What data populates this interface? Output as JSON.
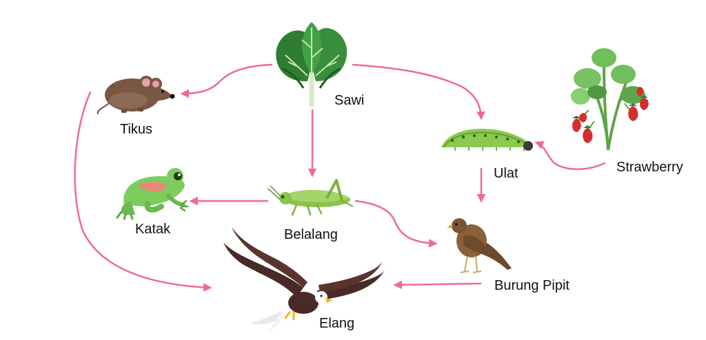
{
  "labels": {
    "sawi": "Sawi",
    "tikus": "Tikus",
    "ulat": "Ulat",
    "strawberry": "Strawberry",
    "katak": "Katak",
    "belalang": "Belalang",
    "burung_pipit": "Burung Pipit",
    "elang": "Elang"
  },
  "icons": {
    "sawi": "mustard-greens-icon",
    "tikus": "mouse-icon",
    "ulat": "caterpillar-icon",
    "strawberry": "strawberry-plant-icon",
    "katak": "frog-icon",
    "belalang": "grasshopper-icon",
    "burung_pipit": "sparrow-icon",
    "elang": "eagle-icon"
  },
  "edges": [
    {
      "from": "Sawi",
      "to": "Tikus"
    },
    {
      "from": "Sawi",
      "to": "Ulat"
    },
    {
      "from": "Sawi",
      "to": "Belalang"
    },
    {
      "from": "Strawberry",
      "to": "Ulat"
    },
    {
      "from": "Ulat",
      "to": "Burung Pipit"
    },
    {
      "from": "Belalang",
      "to": "Katak"
    },
    {
      "from": "Belalang",
      "to": "Burung Pipit"
    },
    {
      "from": "Tikus",
      "to": "Elang"
    },
    {
      "from": "Burung Pipit",
      "to": "Elang"
    }
  ],
  "colors": {
    "arrow": "#f0679a",
    "leaf_dark": "#2e7d32",
    "leaf_light": "#66bb6a",
    "frog": "#7ccd5e",
    "grasshopper": "#8ac44a",
    "caterpillar": "#8cc94f",
    "mouse": "#7a5743",
    "sparrow": "#8a6139",
    "eagle": "#4a2a26",
    "strawberry": "#d32f2f"
  }
}
